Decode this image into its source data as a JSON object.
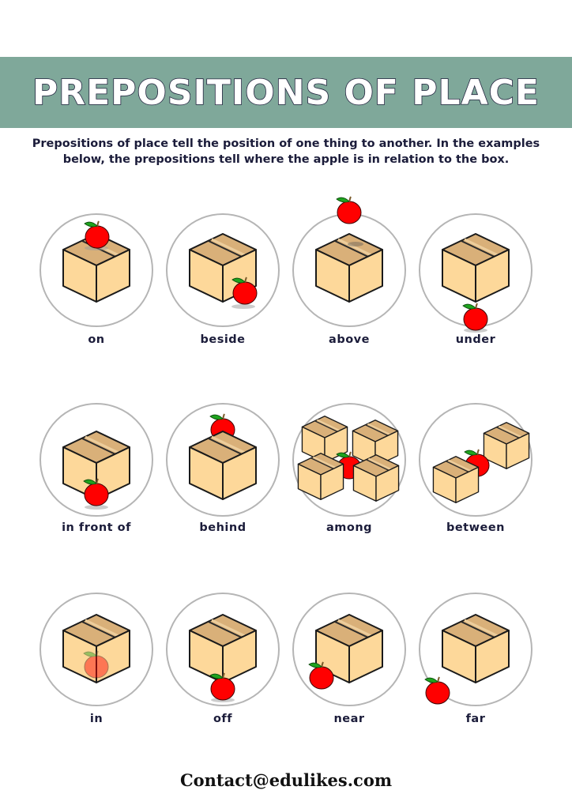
{
  "header": {
    "title": "PREPOSITIONS OF PLACE",
    "band_color": "#7fa89a"
  },
  "intro": {
    "text": "Prepositions of place tell the position of one thing to another. In the examples below, the prepositions tell where the apple is in relation to the box."
  },
  "cards": [
    {
      "label": "on",
      "scene": "apple-on-box"
    },
    {
      "label": "beside",
      "scene": "apple-beside-box"
    },
    {
      "label": "above",
      "scene": "apple-above-box"
    },
    {
      "label": "under",
      "scene": "apple-under-box"
    },
    {
      "label": "in front of",
      "scene": "apple-in-front-of-box"
    },
    {
      "label": "behind",
      "scene": "apple-behind-box"
    },
    {
      "label": "among",
      "scene": "apple-among-boxes"
    },
    {
      "label": "between",
      "scene": "apple-between-boxes"
    },
    {
      "label": "in",
      "scene": "apple-in-box"
    },
    {
      "label": "off",
      "scene": "apple-off-box"
    },
    {
      "label": "near",
      "scene": "apple-near-box"
    },
    {
      "label": "far",
      "scene": "apple-far-from-box"
    }
  ],
  "footer": {
    "contact": "Contact@edulikes.com"
  },
  "colors": {
    "text": "#1b1c3a",
    "box_side": "#fdd89a",
    "box_top": "#d9b079",
    "apple": "#ff0000",
    "leaf": "#1ea31e"
  }
}
